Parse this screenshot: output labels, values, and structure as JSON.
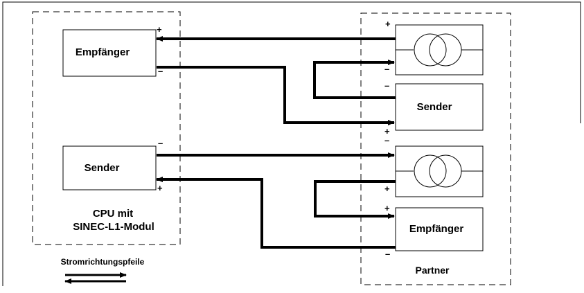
{
  "cpu": {
    "receiver_label": "Empfänger",
    "sender_label": "Sender",
    "caption_line1": "CPU mit",
    "caption_line2": "SINEC-L1-Modul"
  },
  "partner": {
    "sender_label": "Sender",
    "receiver_label": "Empfänger",
    "caption": "Partner"
  },
  "legend": {
    "label": "Stromrichtungspfeile"
  },
  "polarity": {
    "plus": "+",
    "minus": "–"
  }
}
